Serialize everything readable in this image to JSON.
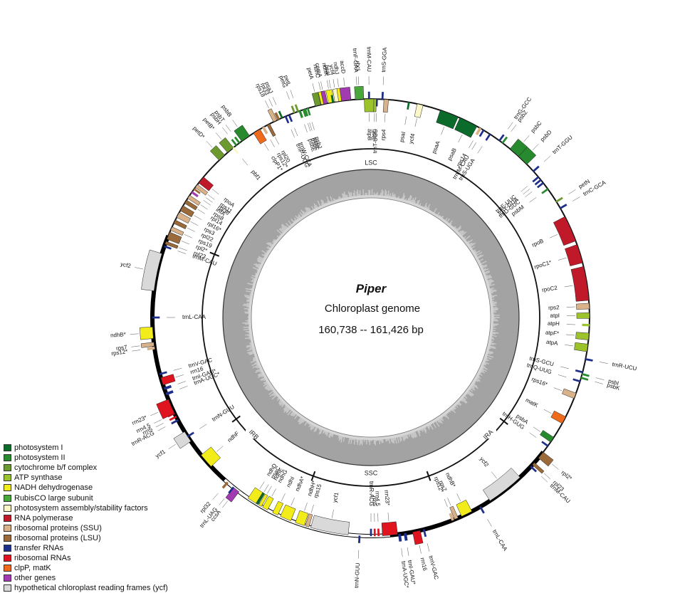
{
  "title": "Piper",
  "subtitle": "Chloroplast genome",
  "size_range": "160,738 -- 161,426 bp",
  "regions": [
    "LSC",
    "IRA",
    "SSC",
    "IRB"
  ],
  "legend": [
    {
      "label": "photosystem I",
      "color": "#0a6b2b"
    },
    {
      "label": "photosystem II",
      "color": "#278a2e"
    },
    {
      "label": "cytochrome b/f complex",
      "color": "#6c9a2e"
    },
    {
      "label": "ATP synthase",
      "color": "#9cc42a"
    },
    {
      "label": "NADH dehydrogenase",
      "color": "#f2ec1a"
    },
    {
      "label": "RubisCO large subunit",
      "color": "#4aa83a"
    },
    {
      "label": "photosystem assembly/stability factors",
      "color": "#fbf7c9"
    },
    {
      "label": "RNA polymerase",
      "color": "#c01a2a"
    },
    {
      "label": "ribosomal proteins (SSU)",
      "color": "#d9b28a"
    },
    {
      "label": "ribosomal proteins (LSU)",
      "color": "#9a6a3a"
    },
    {
      "label": "transfer RNAs",
      "color": "#1c2f8a"
    },
    {
      "label": "ribosomal RNAs",
      "color": "#e0141e"
    },
    {
      "label": "clpP, matK",
      "color": "#ef6a1a"
    },
    {
      "label": "other genes",
      "color": "#a23ab0"
    },
    {
      "label": "hypothetical chloroplast reading frames (ycf)",
      "color": "#d9d9d9"
    }
  ],
  "genes": [
    {
      "name": "trnF-GAA",
      "pos": 356.5,
      "span": 0.4,
      "side": "out",
      "cat": 10
    },
    {
      "name": "ndhJ",
      "pos": 352,
      "span": 1.8,
      "side": "out",
      "cat": 4
    },
    {
      "name": "ndhK",
      "pos": 349.5,
      "span": 1.5,
      "side": "out",
      "cat": 4
    },
    {
      "name": "ndhC",
      "pos": 347.5,
      "span": 1.3,
      "side": "out",
      "cat": 4
    },
    {
      "name": "trnT-UGU",
      "pos": 1.5,
      "span": 0.5,
      "side": "in",
      "cat": 10
    },
    {
      "name": "rps4",
      "pos": 4,
      "span": 1.2,
      "side": "in",
      "cat": 8
    },
    {
      "name": "trnS-GGA",
      "pos": 3,
      "span": 0.4,
      "side": "out",
      "cat": 10
    },
    {
      "name": "psaI",
      "pos": 10,
      "span": 0.4,
      "side": "in",
      "cat": 0
    },
    {
      "name": "ycf4",
      "pos": 13,
      "span": 1.6,
      "side": "in",
      "cat": 6
    },
    {
      "name": "psaA",
      "pos": 21,
      "span": 5,
      "side": "in",
      "cat": 0
    },
    {
      "name": "psaB",
      "pos": 26.5,
      "span": 5,
      "side": "in",
      "cat": 0
    },
    {
      "name": "rps14",
      "pos": 30,
      "span": 0.6,
      "side": "in",
      "cat": 8
    },
    {
      "name": "trnfM-CAU",
      "pos": 31,
      "span": 0.4,
      "side": "in",
      "cat": 10
    },
    {
      "name": "trnS-UGA",
      "pos": 33,
      "span": 0.4,
      "side": "in",
      "cat": 10
    },
    {
      "name": "trnG-GCC",
      "pos": 36,
      "span": 0.4,
      "side": "out",
      "cat": 10
    },
    {
      "name": "psbZ",
      "pos": 37,
      "span": 0.4,
      "side": "out",
      "cat": 1
    },
    {
      "name": "psbC",
      "pos": 41,
      "span": 3,
      "side": "out",
      "cat": 1
    },
    {
      "name": "psbD",
      "pos": 44,
      "span": 3,
      "side": "out",
      "cat": 1
    },
    {
      "name": "trnT-GGU",
      "pos": 48,
      "span": 0.4,
      "side": "out",
      "cat": 10
    },
    {
      "name": "trnE-UUC",
      "pos": 50,
      "span": 0.4,
      "side": "in",
      "cat": 10
    },
    {
      "name": "trnY-GUA",
      "pos": 51,
      "span": 0.4,
      "side": "in",
      "cat": 10
    },
    {
      "name": "trnD-GUC",
      "pos": 52,
      "span": 0.4,
      "side": "in",
      "cat": 10
    },
    {
      "name": "psbM",
      "pos": 54,
      "span": 0.4,
      "side": "in",
      "cat": 1
    },
    {
      "name": "petN",
      "pos": 58,
      "span": 0.4,
      "side": "out",
      "cat": 2
    },
    {
      "name": "trnC-GCA",
      "pos": 60,
      "span": 0.4,
      "side": "out",
      "cat": 10
    },
    {
      "name": "rpoB",
      "pos": 66,
      "span": 7,
      "side": "in",
      "cat": 7
    },
    {
      "name": "rpoC1*",
      "pos": 73,
      "span": 5,
      "side": "in",
      "cat": 7
    },
    {
      "name": "rpoC2",
      "pos": 81,
      "span": 9,
      "side": "in",
      "cat": 7
    },
    {
      "name": "rps2",
      "pos": 87,
      "span": 1.5,
      "side": "in",
      "cat": 8
    },
    {
      "name": "atpI",
      "pos": 89.5,
      "span": 1.5,
      "side": "in",
      "cat": 3
    },
    {
      "name": "atpH",
      "pos": 92,
      "span": 0.5,
      "side": "in",
      "cat": 3
    },
    {
      "name": "atpF*",
      "pos": 95,
      "span": 1.8,
      "side": "in",
      "cat": 3
    },
    {
      "name": "atpA",
      "pos": 98,
      "span": 2,
      "side": "in",
      "cat": 3
    },
    {
      "name": "trnR-UCU",
      "pos": 101,
      "span": 0.4,
      "side": "out",
      "cat": 10
    },
    {
      "name": "trnS-GCU",
      "pos": 104.5,
      "span": 0.4,
      "side": "in",
      "cat": 10
    },
    {
      "name": "psbI",
      "pos": 105,
      "span": 0.4,
      "side": "out",
      "cat": 1
    },
    {
      "name": "psbK",
      "pos": 106,
      "span": 0.4,
      "side": "out",
      "cat": 1
    },
    {
      "name": "trnQ-UUG",
      "pos": 107,
      "span": 0.4,
      "side": "in",
      "cat": 10
    },
    {
      "name": "rps16*",
      "pos": 111,
      "span": 1.5,
      "side": "in",
      "cat": 8
    },
    {
      "name": "matK",
      "pos": 118,
      "span": 2,
      "side": "in",
      "cat": 12
    },
    {
      "name": "psbA",
      "pos": 124,
      "span": 1.5,
      "side": "in",
      "cat": 1
    },
    {
      "name": "trnH-GUG",
      "pos": 126,
      "span": 0.4,
      "side": "in",
      "cat": 10
    },
    {
      "name": "rpl2*",
      "pos": 129,
      "span": 2,
      "side": "out",
      "cat": 9
    },
    {
      "name": "rpl23",
      "pos": 132,
      "span": 0.8,
      "side": "out",
      "cat": 9
    },
    {
      "name": "trnM-CAU",
      "pos": 133,
      "span": 0.4,
      "side": "out",
      "cat": 10
    },
    {
      "name": "ycf2",
      "pos": 142,
      "span": 10,
      "side": "in",
      "cat": 14
    },
    {
      "name": "trnL-CAA",
      "pos": 150,
      "span": 0.4,
      "side": "out",
      "cat": 10
    },
    {
      "name": "ndhB*",
      "pos": 154,
      "span": 3,
      "side": "in",
      "cat": 4
    },
    {
      "name": "rps7",
      "pos": 157,
      "span": 1,
      "side": "in",
      "cat": 8
    },
    {
      "name": "rps12*",
      "pos": 158,
      "span": 0.6,
      "side": "in",
      "cat": 8
    },
    {
      "name": "trnV-GAC",
      "pos": 166,
      "span": 0.4,
      "side": "out",
      "cat": 10
    },
    {
      "name": "rrn16",
      "pos": 168,
      "span": 2,
      "side": "out",
      "cat": 11
    },
    {
      "name": "trnI-GAU*",
      "pos": 171,
      "span": 0.6,
      "side": "out",
      "cat": 10
    },
    {
      "name": "trnA-UGC*",
      "pos": 172.5,
      "span": 0.6,
      "side": "out",
      "cat": 10
    },
    {
      "name": "rrn23*",
      "pos": 175,
      "span": 4,
      "side": "in",
      "cat": 11
    },
    {
      "name": "rrn4.5",
      "pos": 178,
      "span": 0.4,
      "side": "in",
      "cat": 11
    },
    {
      "name": "rrn5",
      "pos": 179,
      "span": 0.4,
      "side": "in",
      "cat": 11
    },
    {
      "name": "trnR-ACG",
      "pos": 180,
      "span": 0.4,
      "side": "in",
      "cat": 10
    },
    {
      "name": "trnN-GUU",
      "pos": 183,
      "span": 0.4,
      "side": "out",
      "cat": 10
    },
    {
      "name": "ycf1",
      "pos": 191,
      "span": 10,
      "side": "in",
      "cat": 14
    },
    {
      "name": "rps15",
      "pos": 197,
      "span": 1,
      "side": "in",
      "cat": 8
    },
    {
      "name": "ndhH*",
      "pos": 199,
      "span": 2.5,
      "side": "in",
      "cat": 4
    },
    {
      "name": "ndhA*",
      "pos": 203,
      "span": 3,
      "side": "in",
      "cat": 4
    },
    {
      "name": "ndhI",
      "pos": 206,
      "span": 1.5,
      "side": "in",
      "cat": 4
    },
    {
      "name": "ndhG",
      "pos": 209,
      "span": 1.5,
      "side": "in",
      "cat": 4
    },
    {
      "name": "ndhE",
      "pos": 210.5,
      "span": 0.8,
      "side": "in",
      "cat": 4
    },
    {
      "name": "psaC",
      "pos": 211.5,
      "span": 0.8,
      "side": "in",
      "cat": 0
    },
    {
      "name": "ndhD",
      "pos": 213,
      "span": 2.5,
      "side": "in",
      "cat": 4
    },
    {
      "name": "ccsA",
      "pos": 218,
      "span": 1.8,
      "side": "out",
      "cat": 13
    },
    {
      "name": "trnL-UAG",
      "pos": 219,
      "span": 0.4,
      "side": "out",
      "cat": 10
    },
    {
      "name": "rpl32",
      "pos": 221,
      "span": 0.5,
      "side": "out",
      "cat": 9
    },
    {
      "name": "ndhF",
      "pos": 229,
      "span": 4,
      "side": "in",
      "cat": 4
    },
    {
      "name": "ycf1",
      "pos": 237,
      "span": 3,
      "side": "out",
      "cat": 14
    },
    {
      "name": "trnN-GUU",
      "pos": 237,
      "span": 0.4,
      "side": "in",
      "cat": 10
    },
    {
      "name": "trnR-ACG",
      "pos": 242,
      "span": 0.4,
      "side": "out",
      "cat": 10
    },
    {
      "name": "rrn5",
      "pos": 243,
      "span": 0.4,
      "side": "out",
      "cat": 11
    },
    {
      "name": "rrn4.5",
      "pos": 244,
      "span": 0.4,
      "side": "out",
      "cat": 11
    },
    {
      "name": "rrn23*",
      "pos": 246,
      "span": 4,
      "side": "out",
      "cat": 11
    },
    {
      "name": "trnA-UGC*",
      "pos": 249.5,
      "span": 0.6,
      "side": "in",
      "cat": 10
    },
    {
      "name": "trnI-GAU*",
      "pos": 251,
      "span": 0.6,
      "side": "in",
      "cat": 10
    },
    {
      "name": "rrn16",
      "pos": 253,
      "span": 2,
      "side": "in",
      "cat": 11
    },
    {
      "name": "trnV-GAC",
      "pos": 255,
      "span": 0.4,
      "side": "in",
      "cat": 10
    },
    {
      "name": "rps12*",
      "pos": 262,
      "span": 0.6,
      "side": "out",
      "cat": 8
    },
    {
      "name": "rps7",
      "pos": 263,
      "span": 1,
      "side": "out",
      "cat": 8
    },
    {
      "name": "ndhB*",
      "pos": 266,
      "span": 3,
      "side": "out",
      "cat": 4
    },
    {
      "name": "trnL-CAA",
      "pos": 270,
      "span": 0.4,
      "side": "in",
      "cat": 10
    },
    {
      "name": "ycf2",
      "pos": 282,
      "span": 10,
      "side": "out",
      "cat": 14
    },
    {
      "name": "trnM-CAU",
      "pos": 289,
      "span": 0.4,
      "side": "in",
      "cat": 10
    },
    {
      "name": "rpl23",
      "pos": 290,
      "span": 0.8,
      "side": "in",
      "cat": 9
    },
    {
      "name": "rpl2*",
      "pos": 292,
      "span": 2,
      "side": "in",
      "cat": 9
    },
    {
      "name": "rps19",
      "pos": 294,
      "span": 1,
      "side": "in",
      "cat": 8
    },
    {
      "name": "rpl22",
      "pos": 296,
      "span": 1,
      "side": "in",
      "cat": 9
    },
    {
      "name": "rps3",
      "pos": 298,
      "span": 1.5,
      "side": "in",
      "cat": 8
    },
    {
      "name": "rpl16*",
      "pos": 300,
      "span": 1.5,
      "side": "in",
      "cat": 9
    },
    {
      "name": "rpl14",
      "pos": 302,
      "span": 1,
      "side": "in",
      "cat": 9
    },
    {
      "name": "rps8",
      "pos": 303.5,
      "span": 1,
      "side": "in",
      "cat": 8
    },
    {
      "name": "infA",
      "pos": 305,
      "span": 0.5,
      "side": "in",
      "cat": 13
    },
    {
      "name": "rpl36",
      "pos": 306,
      "span": 0.4,
      "side": "in",
      "cat": 9
    },
    {
      "name": "rps11",
      "pos": 307,
      "span": 1,
      "side": "in",
      "cat": 8
    },
    {
      "name": "rpoA",
      "pos": 309,
      "span": 2,
      "side": "in",
      "cat": 7
    },
    {
      "name": "petD*",
      "pos": 317,
      "span": 2,
      "side": "out",
      "cat": 2
    },
    {
      "name": "petB*",
      "pos": 320,
      "span": 2,
      "side": "out",
      "cat": 2
    },
    {
      "name": "pbf1",
      "pos": 321,
      "span": 0.4,
      "side": "in",
      "cat": 6
    },
    {
      "name": "psbH",
      "pos": 322,
      "span": 0.4,
      "side": "out",
      "cat": 1
    },
    {
      "name": "psbT",
      "pos": 323,
      "span": 0.4,
      "side": "out",
      "cat": 1
    },
    {
      "name": "psbB",
      "pos": 325,
      "span": 2.5,
      "side": "out",
      "cat": 1
    },
    {
      "name": "clpP1*",
      "pos": 328.5,
      "span": 2,
      "side": "in",
      "cat": 12
    },
    {
      "name": "rps12*",
      "pos": 330.5,
      "span": 0.6,
      "side": "in",
      "cat": 8
    },
    {
      "name": "rpl20",
      "pos": 332,
      "span": 0.8,
      "side": "in",
      "cat": 9
    },
    {
      "name": "rps18",
      "pos": 334,
      "span": 1,
      "side": "out",
      "cat": 8
    },
    {
      "name": "rpl33",
      "pos": 335,
      "span": 0.6,
      "side": "out",
      "cat": 9
    },
    {
      "name": "psaJ",
      "pos": 336,
      "span": 0.4,
      "side": "out",
      "cat": 0
    },
    {
      "name": "trnP-UGG",
      "pos": 337,
      "span": 0.4,
      "side": "in",
      "cat": 10
    },
    {
      "name": "trnW-CCA",
      "pos": 338,
      "span": 0.4,
      "side": "in",
      "cat": 10
    },
    {
      "name": "petG",
      "pos": 339.5,
      "span": 0.4,
      "side": "out",
      "cat": 2
    },
    {
      "name": "petL",
      "pos": 340.5,
      "span": 0.4,
      "side": "out",
      "cat": 2
    },
    {
      "name": "psbE",
      "pos": 341,
      "span": 0.5,
      "side": "in",
      "cat": 1
    },
    {
      "name": "psbF",
      "pos": 342,
      "span": 0.4,
      "side": "in",
      "cat": 1
    },
    {
      "name": "psbL",
      "pos": 342.5,
      "span": 0.4,
      "side": "in",
      "cat": 1
    },
    {
      "name": "psbJ",
      "pos": 343.2,
      "span": 0.4,
      "side": "in",
      "cat": 1
    },
    {
      "name": "petA",
      "pos": 346,
      "span": 1.5,
      "side": "out",
      "cat": 2
    },
    {
      "name": "cemA",
      "pos": 348,
      "span": 1,
      "side": "out",
      "cat": 13
    },
    {
      "name": "psaI",
      "pos": 350,
      "span": 0.4,
      "side": "out",
      "cat": 0
    },
    {
      "name": "ycf4",
      "pos": 351,
      "span": 1,
      "side": "out",
      "cat": 6
    },
    {
      "name": "accD",
      "pos": 353.5,
      "span": 2.5,
      "side": "out",
      "cat": 13
    },
    {
      "name": "rbcL",
      "pos": 357,
      "span": 2.2,
      "side": "out",
      "cat": 5
    },
    {
      "name": "atpE",
      "pos": 1,
      "span": 0.8,
      "side": "in",
      "cat": 3
    },
    {
      "name": "atpB",
      "pos": 359.5,
      "span": 2.5,
      "side": "in",
      "cat": 3
    },
    {
      "name": "trnM-CAU",
      "pos": 359.5,
      "span": 0.4,
      "side": "out",
      "cat": 10
    }
  ]
}
